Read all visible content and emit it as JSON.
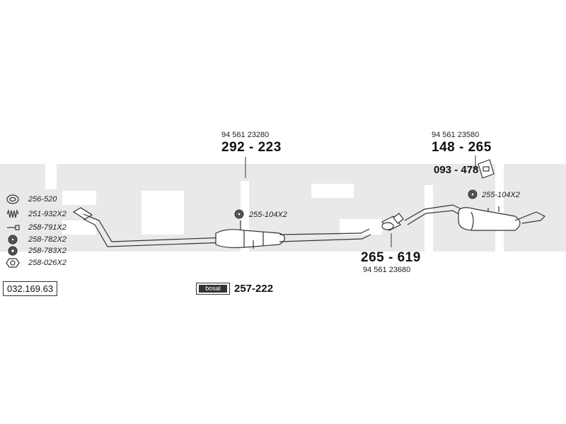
{
  "catalog_number": "032.169.63",
  "watermark": "bosal",
  "parts": {
    "front_pipe": {
      "oem": "94 561 23280",
      "number": "292 - 223"
    },
    "connector": {
      "oem": "94 561 23680",
      "number": "265 - 619"
    },
    "rear_silencer": {
      "oem": "94 561 23580",
      "number": "148 - 265"
    },
    "bracket": {
      "number": "093 - 478"
    },
    "mounting_kit": {
      "logo": "bosal",
      "number": "257-222"
    }
  },
  "clamp_refs": {
    "middle": "255-104X2",
    "rear": "255-104X2"
  },
  "legend": [
    {
      "icon": "gasket-ring-icon",
      "code": "256-520"
    },
    {
      "icon": "spring-icon",
      "code": "251-932X2"
    },
    {
      "icon": "bolt-icon",
      "code": "258-791X2"
    },
    {
      "icon": "rubber-mount-icon",
      "code": "258-782X2"
    },
    {
      "icon": "rubber-ring-icon",
      "code": "258-783X2"
    },
    {
      "icon": "nut-icon",
      "code": "258-026X2"
    }
  ]
}
